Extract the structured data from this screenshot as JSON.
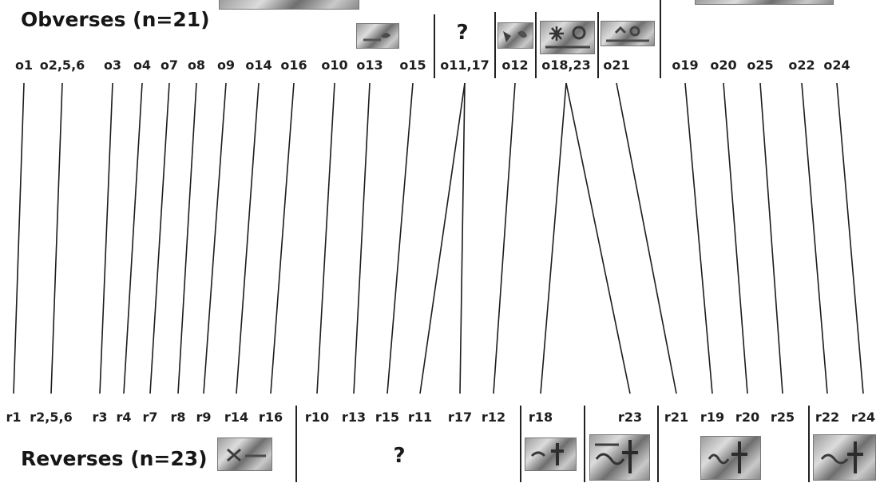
{
  "titles": {
    "obverses": "Obverses (n=21)",
    "reverses": "Reverses (n=23)"
  },
  "unknown_mark": "?",
  "obverse_labels": [
    "o1",
    "o2,5,6",
    "o3",
    "o4",
    "o7",
    "o8",
    "o9",
    "o14",
    "o16",
    "o10",
    "o13",
    "o15",
    "o11,17",
    "o12",
    "o18,23",
    "o21",
    "o19",
    "o20",
    "o25",
    "o22",
    "o24"
  ],
  "reverse_labels": [
    "r1",
    "r2,5,6",
    "r3",
    "r4",
    "r7",
    "r8",
    "r9",
    "r14",
    "r16",
    "r10",
    "r13",
    "r15",
    "r11",
    "r17",
    "r12",
    "r18",
    "r23",
    "r21",
    "r19",
    "r20",
    "r25",
    "r22",
    "r24"
  ],
  "die_links": [
    [
      "o1",
      "r1"
    ],
    [
      "o2,5,6",
      "r2,5,6"
    ],
    [
      "o3",
      "r3"
    ],
    [
      "o4",
      "r4"
    ],
    [
      "o7",
      "r7"
    ],
    [
      "o8",
      "r8"
    ],
    [
      "o9",
      "r9"
    ],
    [
      "o14",
      "r14"
    ],
    [
      "o16",
      "r16"
    ],
    [
      "o10",
      "r10"
    ],
    [
      "o13",
      "r13"
    ],
    [
      "o15",
      "r15"
    ],
    [
      "o11,17",
      "r11"
    ],
    [
      "o11,17",
      "r17"
    ],
    [
      "o12",
      "r12"
    ],
    [
      "o18,23",
      "r18"
    ],
    [
      "o18,23",
      "r23"
    ],
    [
      "o21",
      "r21"
    ],
    [
      "o19",
      "r19"
    ],
    [
      "o20",
      "r20"
    ],
    [
      "o25",
      "r25"
    ],
    [
      "o22",
      "r22"
    ],
    [
      "o24",
      "r24"
    ]
  ]
}
